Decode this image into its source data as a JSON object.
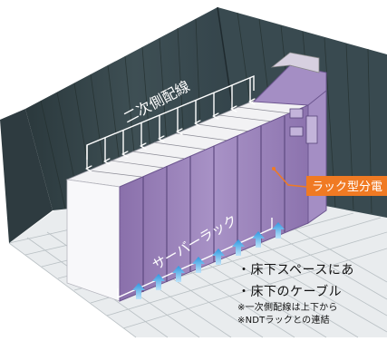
{
  "labels": {
    "secondary_wiring": "二次側配線",
    "rack_distribution": "ラック型分電",
    "server_racks": "サーバーラック"
  },
  "notes": {
    "bullet_1": "・床下スペースにあ",
    "bullet_2": "・床下のケーブル",
    "note_1": "※一次側配線は上下から",
    "note_2": "※NDTラックとの連結"
  },
  "colors": {
    "rack_purple": "#9f86c0",
    "callout_orange": "#f07a23",
    "airflow_blue": "#3aa0e6",
    "wall": "#36454a"
  }
}
